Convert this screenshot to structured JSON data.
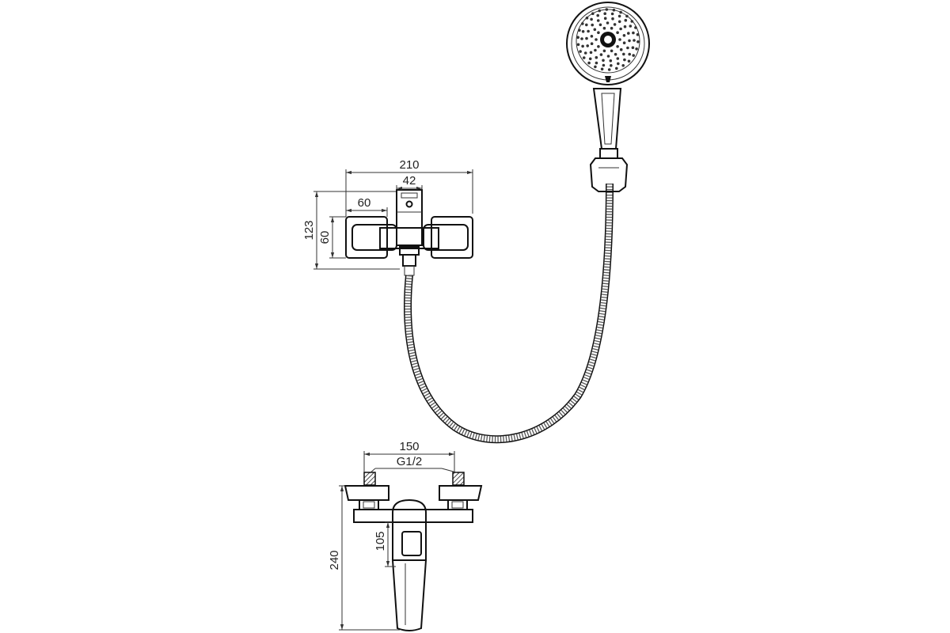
{
  "top_view": {
    "overall_width_label": "210",
    "spout_width_label": "42",
    "handle_width_label": "60",
    "overall_height_label": "123",
    "body_height_label": "60"
  },
  "bottom_view": {
    "center_distance_label": "150",
    "thread_label": "G1/2",
    "spout_projection_label": "105",
    "overall_depth_label": "240"
  },
  "colors": {
    "line": "#111111",
    "dimension": "#333333",
    "background": "#ffffff"
  }
}
